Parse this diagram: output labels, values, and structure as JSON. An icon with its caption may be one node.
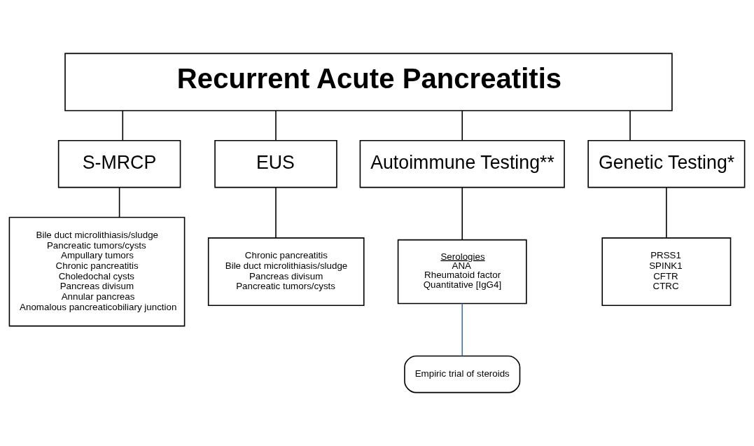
{
  "diagram": {
    "nodes": [
      {
        "text": [
          "Recurrent Acute Pancreatitis"
        ]
      },
      {
        "text": [
          "S-MRCP"
        ]
      },
      {
        "text": [
          "EUS"
        ]
      },
      {
        "text": [
          "Autoimmune Testing**"
        ]
      },
      {
        "text": [
          "Genetic Testing*"
        ]
      },
      {
        "text": [
          "Bile duct microlithiasis/sludge",
          "Pancreatic tumors/cysts",
          "Ampullary tumors",
          "Chronic pancreatitis",
          "Choledochal cysts",
          "Pancreas divisum",
          "Annular pancreas",
          "Anomalous pancreaticobiliary junction"
        ]
      },
      {
        "text": [
          "Chronic pancreatitis",
          "Bile duct microlithiasis/sludge",
          "Pancreas divisum",
          "Pancreatic tumors/cysts"
        ]
      },
      {
        "text": [
          "Serologies",
          "ANA",
          "Rheumatoid factor",
          "Quantitative [IgG4]"
        ]
      },
      {
        "text": [
          "PRSS1",
          "SPINK1",
          "CFTR",
          "CTRC"
        ]
      },
      {
        "text": [
          "Empiric trial of steroids"
        ]
      }
    ],
    "edges": [
      {
        "from": 0,
        "to": 1,
        "arrow": "none"
      },
      {
        "from": 0,
        "to": 2,
        "arrow": "none"
      },
      {
        "from": 0,
        "to": 3,
        "arrow": "none"
      },
      {
        "from": 0,
        "to": 4,
        "arrow": "none"
      },
      {
        "from": 1,
        "to": 5,
        "arrow": "none"
      },
      {
        "from": 2,
        "to": 6,
        "arrow": "none"
      },
      {
        "from": 3,
        "to": 7,
        "arrow": "none"
      },
      {
        "from": 4,
        "to": 8,
        "arrow": "none"
      },
      {
        "from": 7,
        "to": 9,
        "arrow": "none",
        "color": "#3b6fb6"
      }
    ]
  }
}
